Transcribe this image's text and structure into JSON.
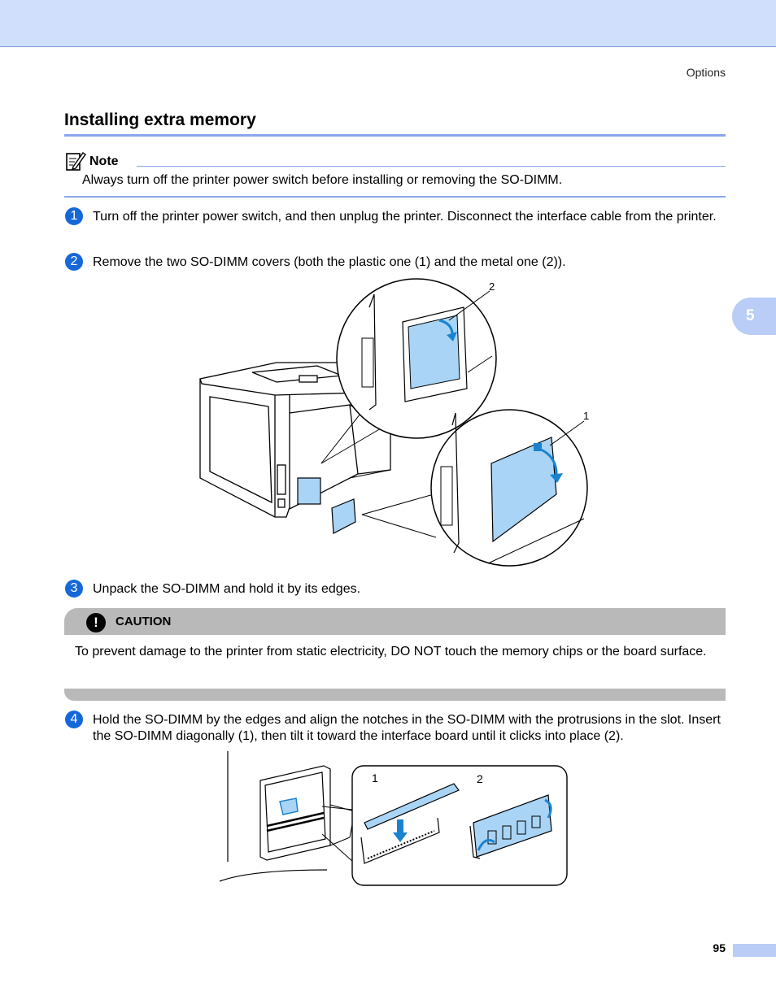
{
  "header": {
    "running_title": "Options"
  },
  "section": {
    "title": "Installing extra memory"
  },
  "note": {
    "label": "Note",
    "text": "Always turn off the printer power switch before installing or removing the SO-DIMM."
  },
  "steps": [
    {
      "number": "1",
      "text": "Turn off the printer power switch, and then unplug the printer. Disconnect the interface cable from the printer."
    },
    {
      "number": "2",
      "text": "Remove the two SO-DIMM covers (both the plastic one (1) and the metal one (2))."
    },
    {
      "number": "3",
      "text": "Unpack the SO-DIMM and hold it by its edges."
    },
    {
      "number": "4",
      "text": "Hold the SO-DIMM by the edges and align the notches in the SO-DIMM with the protrusions in the slot. Insert the SO-DIMM diagonally (1), then tilt it toward the interface board until it clicks into place (2)."
    }
  ],
  "caution": {
    "label": "CAUTION",
    "text": "To prevent damage to the printer from static electricity, DO NOT touch the memory chips or the board surface."
  },
  "figure1": {
    "callout_1": "1",
    "callout_2": "2"
  },
  "figure2": {
    "callout_1": "1",
    "callout_2": "2"
  },
  "chapter_tab": "5",
  "footer": {
    "page_number": "95"
  },
  "colors": {
    "accent": "#1668d8",
    "rule": "#8aa6ee",
    "band": "#cfdffc",
    "caution_gray": "#b9b9b9",
    "part_blue": "#a9d4f5"
  }
}
